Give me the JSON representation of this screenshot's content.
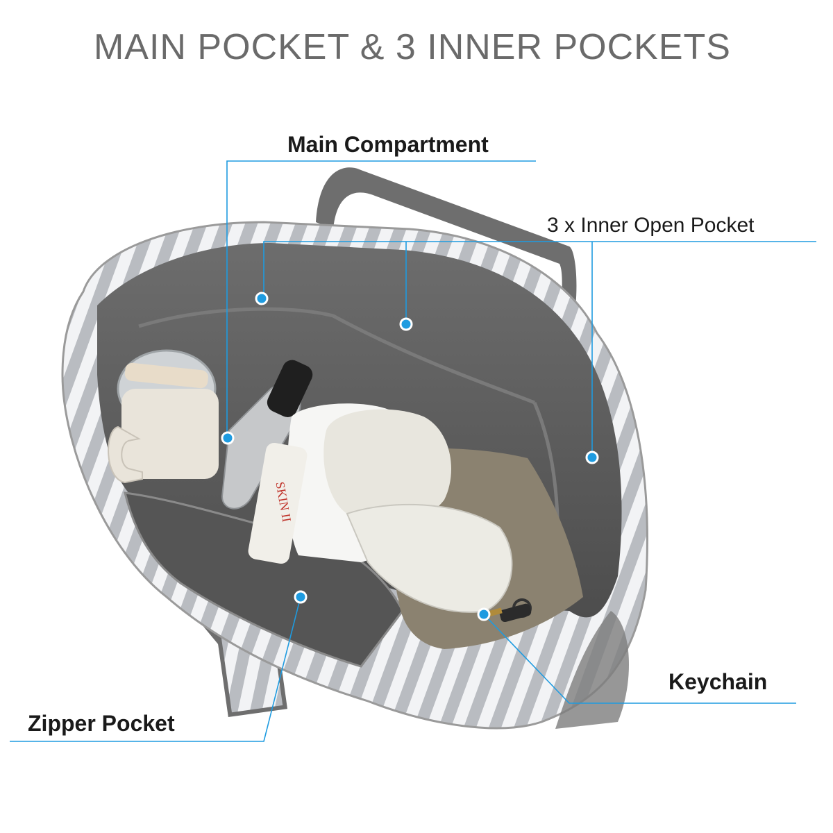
{
  "headline": "MAIN POCKET & 3 INNER POCKETS",
  "callouts": {
    "main_compartment": "Main Compartment",
    "inner_open_pocket": "3 x Inner Open Pocket",
    "keychain": "Keychain",
    "zipper_pocket": "Zipper Pocket"
  },
  "product_text": {
    "bottle_brand": "SKIN II"
  },
  "colors": {
    "callout_line": "#1e9be0",
    "callout_dot": "#1e9be0",
    "headline_text": "#6a6a6a",
    "bag_lining": "#5b5b5b",
    "bag_stripe_light": "#f2f3f5",
    "bag_stripe_gray": "#b9bcc1"
  }
}
